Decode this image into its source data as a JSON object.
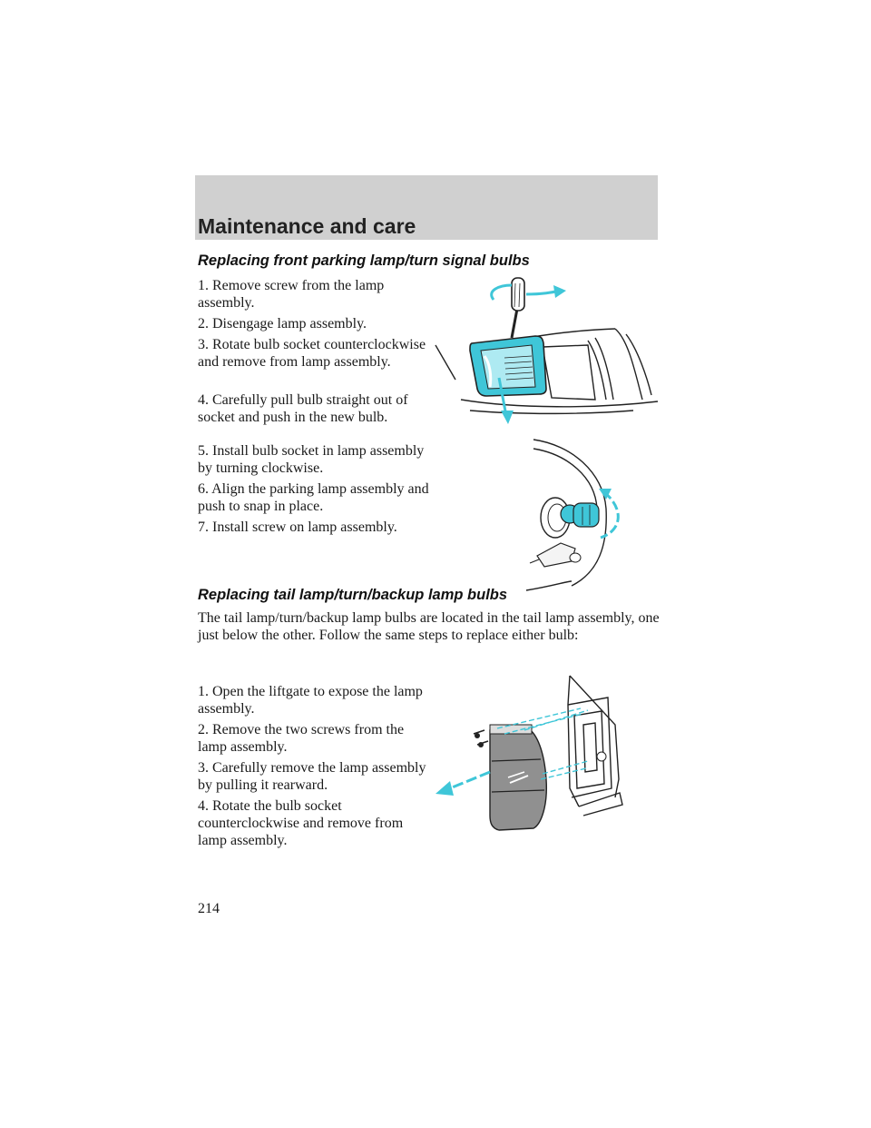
{
  "header": {
    "title": "Maintenance and care"
  },
  "sections": {
    "front": {
      "heading": "Replacing front parking lamp/turn signal bulbs",
      "steps": [
        "1. Remove screw from the lamp assembly.",
        "2. Disengage lamp assembly.",
        "3. Rotate bulb socket counterclockwise and remove from lamp assembly.",
        "4. Carefully pull bulb straight out of socket and push in the new bulb.",
        "5. Install bulb socket in lamp assembly by turning clockwise.",
        "6. Align the parking lamp assembly and push to snap in place.",
        "7. Install screw on lamp assembly."
      ]
    },
    "tail": {
      "heading": "Replacing tail lamp/turn/backup lamp bulbs",
      "intro": "The tail lamp/turn/backup lamp bulbs are located in the tail lamp assembly, one just below the other. Follow the same steps to replace either bulb:",
      "steps": [
        "1. Open the liftgate to expose the lamp assembly.",
        "2. Remove the two screws from the lamp assembly.",
        "3. Carefully remove the lamp assembly by pulling it rearward.",
        "4. Rotate the bulb socket counterclockwise and remove from lamp assembly."
      ]
    }
  },
  "page_number": "214",
  "colors": {
    "accent": "#3fc6d8",
    "header_band": "#d0d0d0"
  }
}
